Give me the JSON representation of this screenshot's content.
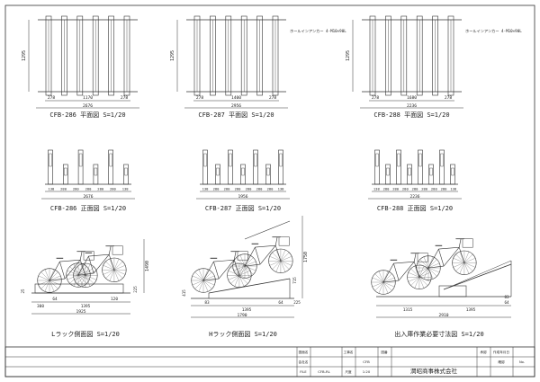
{
  "plan_views": [
    {
      "caption": "CFB-286 平面図 S=1/20",
      "depth": "1295",
      "anchor": "",
      "dims": [
        "278",
        "1170",
        "278",
        "2676"
      ]
    },
    {
      "caption": "CFB-287 平面図 S=1/20",
      "depth": "1295",
      "anchor": "ホールインアンカー 4-M10×90L",
      "dims": [
        "278",
        "1400",
        "278",
        "2956"
      ]
    },
    {
      "caption": "CFB-288 平面図 S=1/20",
      "depth": "1295",
      "anchor": "ホールインアンカー 4-M10×90L",
      "dims": [
        "278",
        "1680",
        "278",
        "2236"
      ]
    }
  ],
  "front_views": [
    {
      "caption": "CFB-286 正面図 S=1/20",
      "spacings": [
        "138",
        "280",
        "280",
        "280",
        "280",
        "280",
        "138"
      ],
      "total": "2676"
    },
    {
      "caption": "CFB-287 正面図 S=1/20",
      "spacings": [
        "138",
        "280",
        "280",
        "280",
        "280",
        "280",
        "280",
        "138"
      ],
      "total": "1956"
    },
    {
      "caption": "CFB-288 正面図 S=1/20",
      "spacings": [
        "138",
        "280",
        "280",
        "280",
        "280",
        "280",
        "280",
        "280",
        "138"
      ],
      "total": "2236"
    }
  ],
  "side_views": [
    {
      "caption": "Lラック側面図 S=1/20",
      "dims": [
        "300",
        "64",
        "1395",
        "120",
        "1925",
        "1490",
        "225",
        "25"
      ]
    },
    {
      "caption": "Hラック側面図 S=1/20",
      "dims": [
        "1750",
        "715",
        "415",
        "83",
        "1395",
        "1790",
        "64",
        "225"
      ]
    },
    {
      "caption": "出入庫作業必要寸法図 S=1/20",
      "dims": [
        "1315",
        "1395",
        "2910",
        "64",
        "83"
      ]
    }
  ],
  "title_block": {
    "labels": [
      "図面名",
      "工事名",
      "図番",
      "会社名",
      "FILE",
      "承認",
      "尺度",
      "作成年月日",
      "Nо."
    ],
    "values": [
      "CFB-RL",
      "1:20",
      "CFB",
      "確認"
    ],
    "company": "潤昭商事株式会社"
  }
}
